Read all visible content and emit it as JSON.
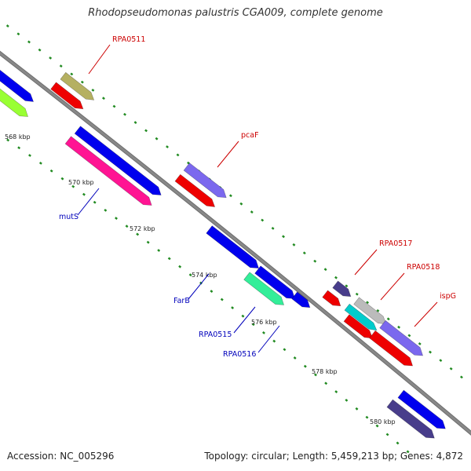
{
  "title": "Rhodopseudomonas palustris CGA009, complete genome",
  "footer": {
    "accession_label": "Accession:",
    "accession": "NC_005296",
    "topology_label": "Topology:",
    "topology": "circular",
    "length_label": "Length:",
    "length": "5,459,213 bp",
    "genes_label": "Genes:",
    "genes": "4,872"
  },
  "colors": {
    "backbone": "#888888",
    "tick_dots": "#228b22",
    "label_forward": "#cc0000",
    "label_reverse": "#0000bb"
  },
  "tick_labels": [
    "568 kbp",
    "570 kbp",
    "572 kbp",
    "574 kbp",
    "576 kbp",
    "578 kbp",
    "580 kbp"
  ],
  "gene_labels": [
    {
      "text": "RPA0511",
      "strand": "forward"
    },
    {
      "text": "pcaF",
      "strand": "forward"
    },
    {
      "text": "RPA0517",
      "strand": "forward"
    },
    {
      "text": "RPA0518",
      "strand": "forward"
    },
    {
      "text": "ispG",
      "strand": "forward"
    },
    {
      "text": "mutS",
      "strand": "reverse"
    },
    {
      "text": "FarB",
      "strand": "reverse"
    },
    {
      "text": "RPA0515",
      "strand": "reverse"
    },
    {
      "text": "RPA0516",
      "strand": "reverse"
    }
  ],
  "features": [
    {
      "name": "gene-blue-topleft",
      "color": "#0000ee"
    },
    {
      "name": "gene-lime-topleft",
      "color": "#99ff33"
    },
    {
      "name": "gene-khaki",
      "color": "#b5b061"
    },
    {
      "name": "gene-red-1",
      "color": "#ee0000"
    },
    {
      "name": "gene-blue-2",
      "color": "#0000ee"
    },
    {
      "name": "gene-pink",
      "color": "#ff1493"
    },
    {
      "name": "gene-violet-pcaf",
      "color": "#7b68ee"
    },
    {
      "name": "gene-red-pcaf",
      "color": "#ee0000"
    },
    {
      "name": "gene-blue-3",
      "color": "#0000ee"
    },
    {
      "name": "gene-blue-4",
      "color": "#0000ee"
    },
    {
      "name": "gene-aqua",
      "color": "#33ee99"
    },
    {
      "name": "gene-blue-5",
      "color": "#0000ee"
    },
    {
      "name": "gene-navy-0517",
      "color": "#483d8b"
    },
    {
      "name": "gene-red-0517",
      "color": "#ee0000"
    },
    {
      "name": "gene-grey-0518",
      "color": "#bbbbbb"
    },
    {
      "name": "gene-cyan-0518",
      "color": "#00cccc"
    },
    {
      "name": "gene-red-0518",
      "color": "#ee0000"
    },
    {
      "name": "gene-violet-ispg",
      "color": "#7b68ee"
    },
    {
      "name": "gene-red-ispg",
      "color": "#ee0000"
    },
    {
      "name": "gene-blue-6",
      "color": "#0000ee"
    },
    {
      "name": "gene-navy-6",
      "color": "#483d8b"
    }
  ]
}
